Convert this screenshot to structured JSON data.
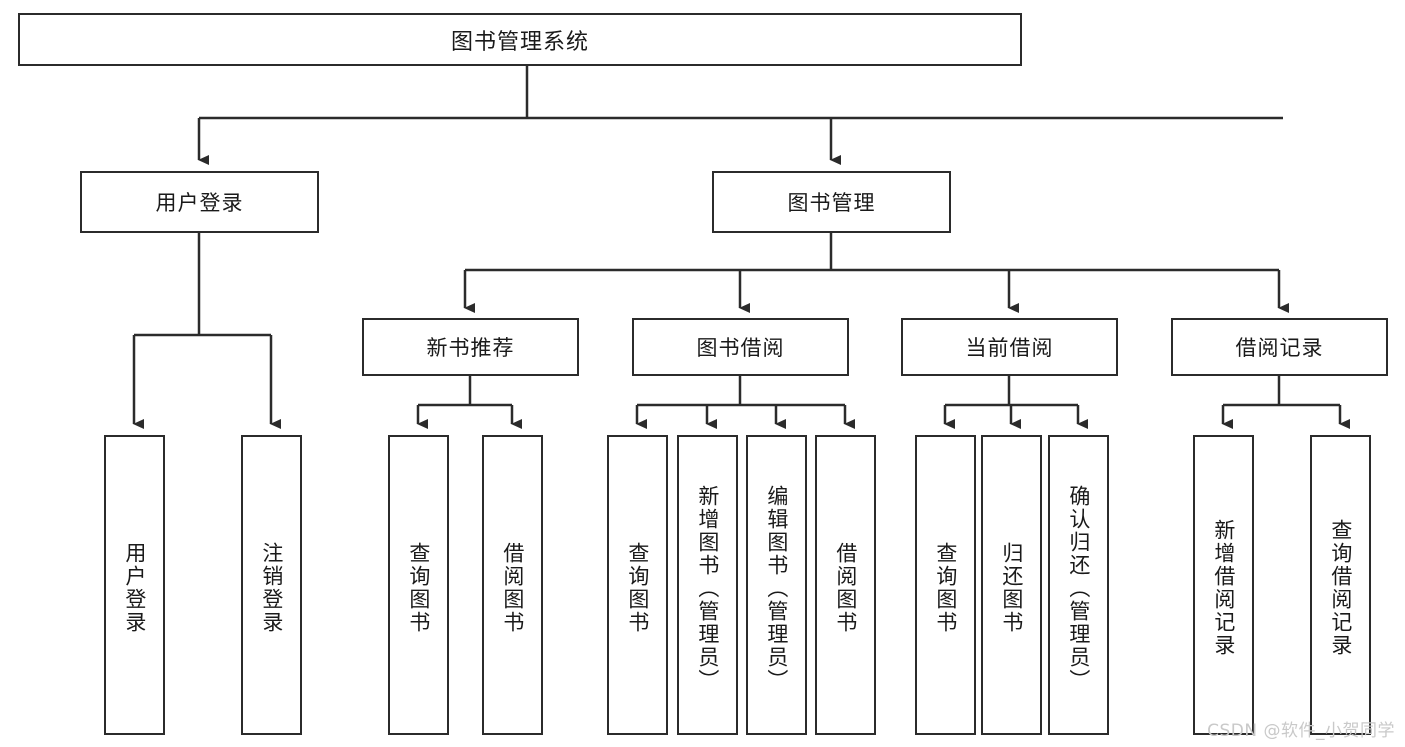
{
  "diagram": {
    "title": "图书管理系统",
    "watermark": "CSDN @软件_小贺同学",
    "colors": {
      "stroke": "#2b2b2b",
      "fill": "#ffffff",
      "text": "#1a1a1a",
      "watermark": "#c9c9c9"
    },
    "nodes": {
      "root": {
        "label": "图书管理系统"
      },
      "level2": [
        {
          "id": "user-login",
          "label": "用户登录"
        },
        {
          "id": "book-management",
          "label": "图书管理"
        }
      ],
      "level3": [
        {
          "id": "new-book-recommend",
          "label": "新书推荐"
        },
        {
          "id": "book-borrow",
          "label": "图书借阅"
        },
        {
          "id": "current-borrow",
          "label": "当前借阅"
        },
        {
          "id": "borrow-record",
          "label": "借阅记录"
        }
      ],
      "leaves": {
        "user_login": [
          {
            "id": "leaf-user-login",
            "label": "用户登录"
          },
          {
            "id": "leaf-logout-login",
            "label": "注销登录"
          }
        ],
        "new_book_recommend": [
          {
            "id": "leaf-query-book-1",
            "label": "查询图书"
          },
          {
            "id": "leaf-borrow-book-1",
            "label": "借阅图书"
          }
        ],
        "book_borrow": [
          {
            "id": "leaf-query-book-2",
            "label": "查询图书"
          },
          {
            "id": "leaf-add-book",
            "label": "新增图书（管理员）"
          },
          {
            "id": "leaf-edit-book",
            "label": "编辑图书（管理员）"
          },
          {
            "id": "leaf-borrow-book-2",
            "label": "借阅图书"
          }
        ],
        "current_borrow": [
          {
            "id": "leaf-query-book-3",
            "label": "查询图书"
          },
          {
            "id": "leaf-return-book",
            "label": "归还图书"
          },
          {
            "id": "leaf-confirm-return",
            "label": "确认归还（管理员）"
          }
        ],
        "borrow_record": [
          {
            "id": "leaf-add-borrow-record",
            "label": "新增借阅记录"
          },
          {
            "id": "leaf-query-borrow-record",
            "label": "查询借阅记录"
          }
        ]
      }
    }
  }
}
